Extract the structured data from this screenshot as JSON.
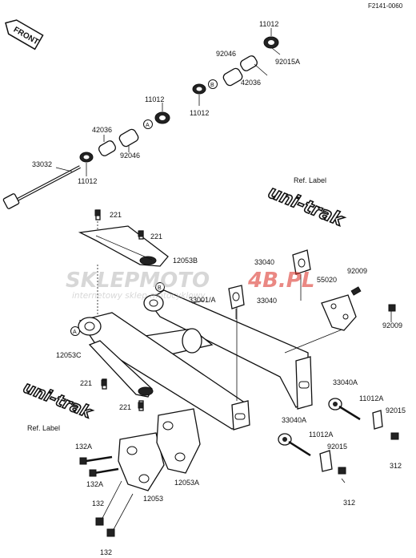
{
  "figure_code": "F2141-0060",
  "front_label": "FRONT",
  "watermark": {
    "brand_left": "SKLEPMOTO",
    "brand_right": "4B.PL",
    "tagline": "internetowy sklep motocyklowy"
  },
  "ref_labels": [
    {
      "text": "Ref. Label",
      "logo": "uni-trak"
    },
    {
      "text": "Ref. Label",
      "logo": "uni-trak"
    }
  ],
  "logo_text": "uni-trak",
  "circle_markers": [
    "A",
    "B"
  ],
  "part_numbers": [
    "11012",
    "92015A",
    "92046",
    "42036",
    "11012",
    "11012",
    "42036",
    "92046",
    "33032",
    "11012",
    "221",
    "221",
    "12053B",
    "33040",
    "92009",
    "55020",
    "33001/A",
    "33040",
    "92009",
    "12053C",
    "221",
    "221",
    "33040A",
    "11012A",
    "92015",
    "33040A",
    "11012A",
    "92015",
    "312",
    "312",
    "132A",
    "132A",
    "12053",
    "12053A",
    "132",
    "132"
  ],
  "colors": {
    "ink": "#111111",
    "watermark_red": "#d9281e",
    "watermark_grey": "#b8b8b8"
  }
}
